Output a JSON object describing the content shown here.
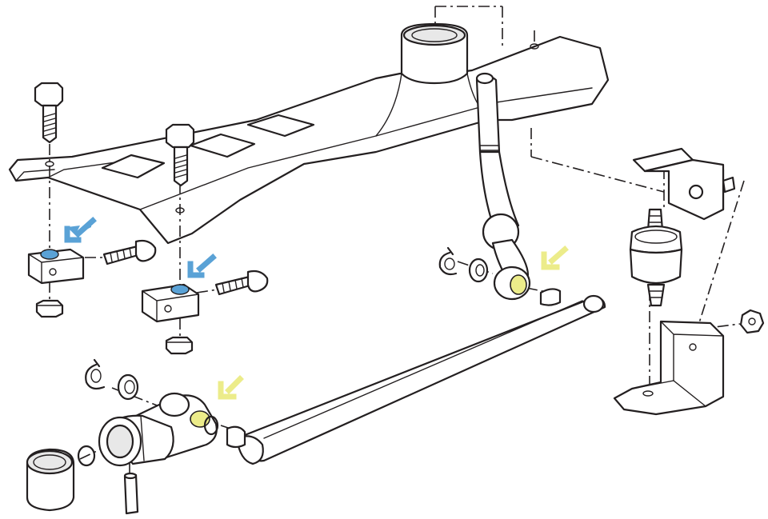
{
  "diagram": {
    "highlight_colors": {
      "blue_marker": "#5aa2d6",
      "yellow_marker": "#ecec8a",
      "line_art": "#231f20",
      "background": "#ffffff"
    },
    "parts": [
      "bracket-plate",
      "shift-lever",
      "shift-rod",
      "support-bracket",
      "rubber-mount",
      "mount-bracket",
      "clamp-blocks",
      "bolts",
      "nuts",
      "circlips",
      "washers",
      "bushings",
      "guide-sleeve",
      "roll-pin"
    ],
    "markers": {
      "blue_arrows": 2,
      "yellow_arrows": 2,
      "blue_highlights": 2,
      "yellow_highlights": 2
    }
  }
}
